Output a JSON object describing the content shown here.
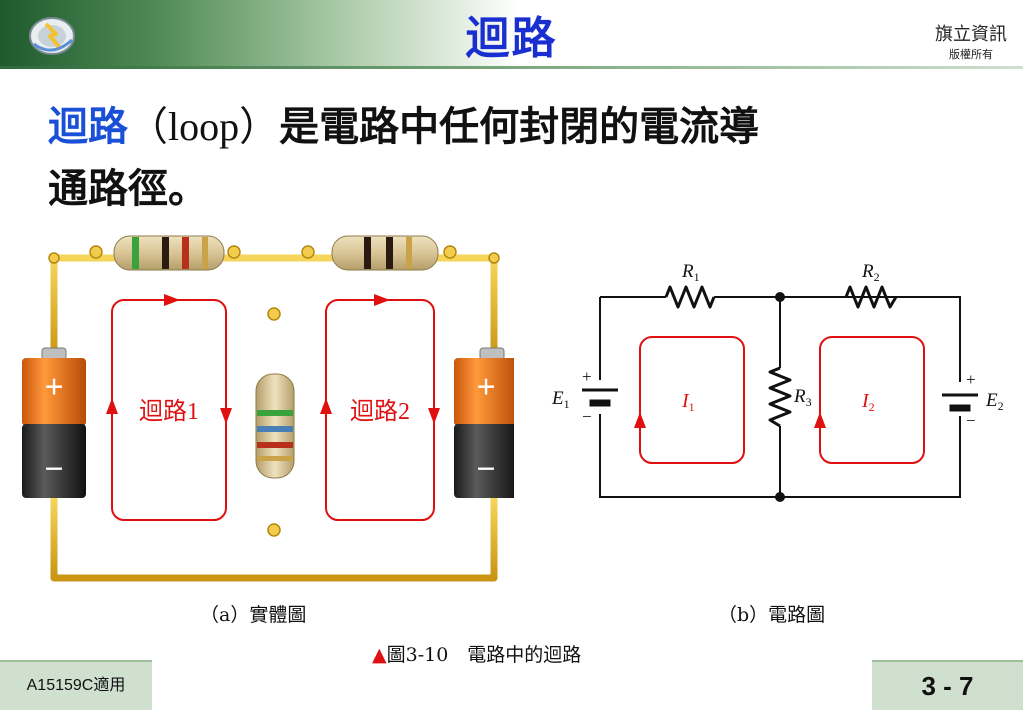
{
  "header": {
    "title": "迴路",
    "publisher_name": "旗立資訊",
    "publisher_rights": "版權所有"
  },
  "body": {
    "keyword": "迴路",
    "loop_term": "（loop）",
    "line1_rest": "是電路中任何封閉的電流導",
    "line2": "通路徑。"
  },
  "physical": {
    "loop1_label": "迴路1",
    "loop2_label": "迴路2",
    "battery_plus": "+",
    "battery_minus": "−"
  },
  "schematic": {
    "r1": "R",
    "r1_sub": "1",
    "r2": "R",
    "r2_sub": "2",
    "r3": "R",
    "r3_sub": "3",
    "e1": "E",
    "e1_sub": "1",
    "e2": "E",
    "e2_sub": "2",
    "i1": "I",
    "i1_sub": "1",
    "i2": "I",
    "i2_sub": "2",
    "plus": "+",
    "minus": "−"
  },
  "captions": {
    "a": "（a）實體圖",
    "b": "（b）電路圖",
    "figure_marker": "▲",
    "figure": "圖3-10　電路中的迴路"
  },
  "footer": {
    "course_code": "A15159C適用",
    "page_number": "3 - 7"
  },
  "colors": {
    "title_blue": "#1a2fd0",
    "loop_red": "#e01010",
    "wire_yellow": "#e3b21a"
  }
}
